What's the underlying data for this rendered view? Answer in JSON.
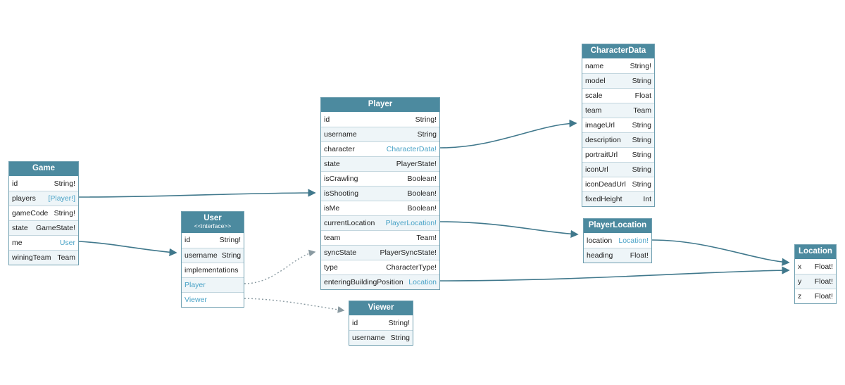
{
  "colors": {
    "header_bg": "#4c8a9f",
    "row_alt_bg": "#eef5f8",
    "border": "#6f9fb0",
    "row_border": "#c3d6de",
    "link": "#4aa3c7",
    "text": "#222222",
    "edge": "#40788c",
    "edge_dotted": "#8a9aa1",
    "canvas_bg": "#ffffff"
  },
  "tables": {
    "game": {
      "title": "Game",
      "rows": [
        {
          "name": "id",
          "type": "String!"
        },
        {
          "name": "players",
          "type": "[Player!]",
          "link": true
        },
        {
          "name": "gameCode",
          "type": "String!"
        },
        {
          "name": "state",
          "type": "GameState!"
        },
        {
          "name": "me",
          "type": "User",
          "link": true
        },
        {
          "name": "winingTeam",
          "type": "Team"
        }
      ]
    },
    "user": {
      "title": "User",
      "subtitle": "<<interface>>",
      "rows": [
        {
          "name": "id",
          "type": "String!"
        },
        {
          "name": "username",
          "type": "String"
        },
        {
          "name": "implementations"
        },
        {
          "name": "Player",
          "link": true
        },
        {
          "name": "Viewer",
          "link": true
        }
      ]
    },
    "player": {
      "title": "Player",
      "rows": [
        {
          "name": "id",
          "type": "String!"
        },
        {
          "name": "username",
          "type": "String"
        },
        {
          "name": "character",
          "type": "CharacterData!",
          "link": true
        },
        {
          "name": "state",
          "type": "PlayerState!"
        },
        {
          "name": "isCrawling",
          "type": "Boolean!"
        },
        {
          "name": "isShooting",
          "type": "Boolean!"
        },
        {
          "name": "isMe",
          "type": "Boolean!"
        },
        {
          "name": "currentLocation",
          "type": "PlayerLocation!",
          "link": true
        },
        {
          "name": "team",
          "type": "Team!"
        },
        {
          "name": "syncState",
          "type": "PlayerSyncState!"
        },
        {
          "name": "type",
          "type": "CharacterType!"
        },
        {
          "name": "enteringBuildingPosition",
          "type": "Location",
          "link": true
        }
      ]
    },
    "viewer": {
      "title": "Viewer",
      "rows": [
        {
          "name": "id",
          "type": "String!"
        },
        {
          "name": "username",
          "type": "String"
        }
      ]
    },
    "characterData": {
      "title": "CharacterData",
      "rows": [
        {
          "name": "name",
          "type": "String!"
        },
        {
          "name": "model",
          "type": "String"
        },
        {
          "name": "scale",
          "type": "Float"
        },
        {
          "name": "team",
          "type": "Team"
        },
        {
          "name": "imageUrl",
          "type": "String"
        },
        {
          "name": "description",
          "type": "String"
        },
        {
          "name": "portraitUrl",
          "type": "String"
        },
        {
          "name": "iconUrl",
          "type": "String"
        },
        {
          "name": "iconDeadUrl",
          "type": "String"
        },
        {
          "name": "fixedHeight",
          "type": "Int"
        }
      ]
    },
    "playerLocation": {
      "title": "PlayerLocation",
      "rows": [
        {
          "name": "location",
          "type": "Location!",
          "link": true
        },
        {
          "name": "heading",
          "type": "Float!"
        }
      ]
    },
    "location": {
      "title": "Location",
      "rows": [
        {
          "name": "x",
          "type": "Float!"
        },
        {
          "name": "y",
          "type": "Float!"
        },
        {
          "name": "z",
          "type": "Float!"
        }
      ]
    }
  },
  "edges": [
    {
      "from": "Game.players",
      "to": "Player",
      "style": "solid"
    },
    {
      "from": "Game.me",
      "to": "User",
      "style": "solid"
    },
    {
      "from": "User.Player",
      "to": "Player",
      "style": "dotted"
    },
    {
      "from": "User.Viewer",
      "to": "Viewer",
      "style": "dotted"
    },
    {
      "from": "Player.character",
      "to": "CharacterData",
      "style": "solid"
    },
    {
      "from": "Player.currentLocation",
      "to": "PlayerLocation",
      "style": "solid"
    },
    {
      "from": "Player.enteringBuildingPosition",
      "to": "Location",
      "style": "solid"
    },
    {
      "from": "PlayerLocation.location",
      "to": "Location",
      "style": "solid"
    }
  ]
}
